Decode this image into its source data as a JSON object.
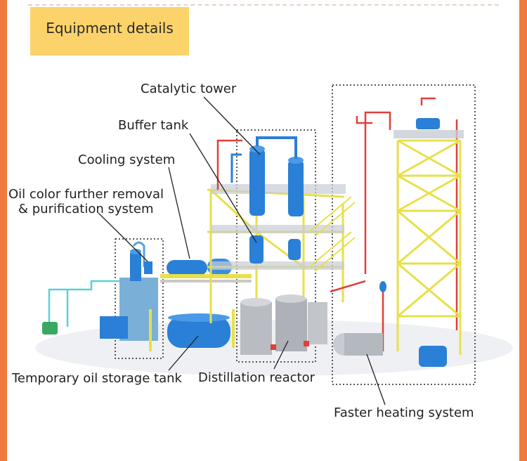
{
  "header": {
    "title": "Equipment details"
  },
  "labels": {
    "catalytic_tower": "Catalytic tower",
    "buffer_tank": "Buffer tank",
    "cooling_system": "Cooling system",
    "oil_color_line1": "Oil color further removal",
    "oil_color_line2": "& purification system",
    "temporary_oil_storage_tank": "Temporary oil storage tank",
    "distillation_reactor": "Distillation reactor",
    "faster_heating_system": "Faster heating system"
  },
  "colors": {
    "border": "#f07a3e",
    "header_bg": "#fbd36a",
    "frame_yellow": "#e8e04a",
    "tank_blue": "#2a7fd6",
    "pipe_red": "#e0403a",
    "reactor_gray": "#b9bcc2"
  }
}
